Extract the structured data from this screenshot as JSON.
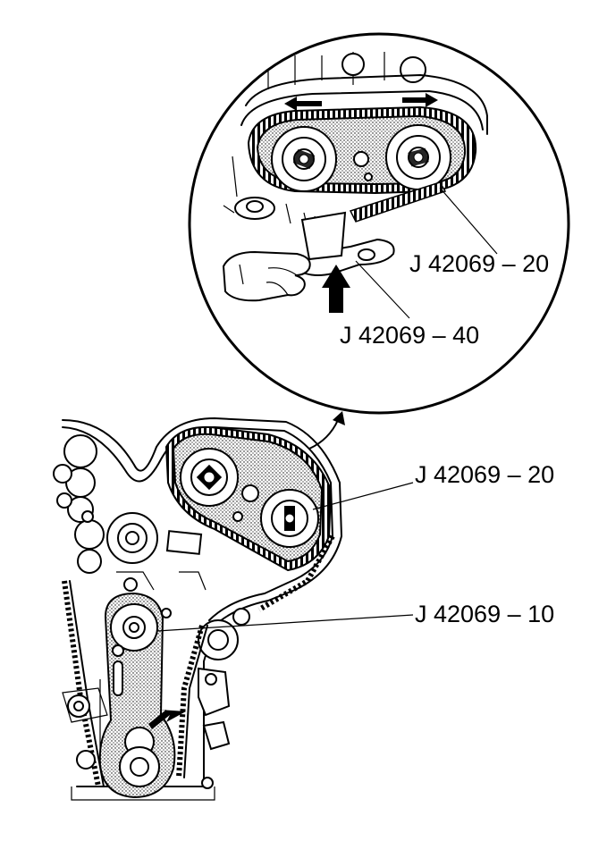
{
  "callouts": {
    "detail_belt_tool": "J 42069 – 20",
    "detail_holder_tool": "J 42069 – 40",
    "main_cam_tool": "J 42069 – 20",
    "main_tensioner_tool": "J 42069 – 10"
  },
  "icons": [
    "detail-magnifier-circle",
    "direction-arrows",
    "push-arrow",
    "hand",
    "engine-front-view",
    "tensioner-arrow"
  ],
  "colors": {
    "ink": "#000000",
    "paper": "#ffffff"
  }
}
